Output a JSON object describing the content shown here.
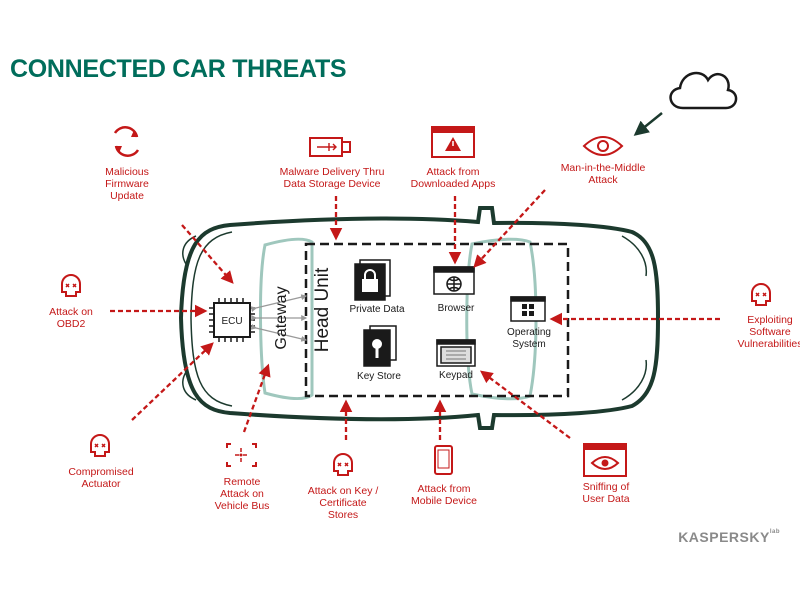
{
  "title": "CONNECTED CAR THREATS",
  "brand": {
    "name": "KASPERSKY",
    "suffix": "lab"
  },
  "car": {
    "ecu_label": "ECU",
    "gateway_label": "Gateway",
    "head_unit_label": "Head Unit",
    "components": {
      "private_data": "Private Data",
      "browser": "Browser",
      "operating_system": "Operating\nSystem",
      "key_store": "Key Store",
      "keypad": "Keypad"
    }
  },
  "threats": {
    "malicious_firmware": "Malicious\nFirmware\nUpdate",
    "malware_delivery": "Malware Delivery Thru\nData Storage Device",
    "downloaded_apps": "Attack from\nDownloaded Apps",
    "mitm": "Man-in-the-Middle\nAttack",
    "obd2": "Attack on\nOBD2",
    "software_vuln": "Exploiting\nSoftware\nVulnerabilities",
    "compromised_actuator": "Compromised\nActuator",
    "vehicle_bus": "Remote\nAttack on\nVehicle Bus",
    "key_cert": "Attack on Key /\nCertificate\nStores",
    "mobile_device": "Attack from\nMobile Device",
    "sniffing": "Sniffing of\nUser Data"
  },
  "colors": {
    "title": "#006d5b",
    "threat": "#c41818",
    "outline": "#1c3a2e",
    "glass": "#9fc7bd",
    "dark": "#1a1a1a"
  },
  "icons": {
    "firmware": "refresh-icon",
    "usb": "usb-drive-icon",
    "warning_window": "warning-window-icon",
    "eye": "eye-icon",
    "cloud": "cloud-icon",
    "skull": "skull-icon",
    "target": "target-icon",
    "phone": "smartphone-icon",
    "sniff": "eye-window-icon",
    "chip": "chip-icon",
    "lock": "lock-icon",
    "globe_window": "globe-window-icon",
    "windows": "windows-logo-icon",
    "key_store": "key-store-icon",
    "keypad": "keypad-icon"
  }
}
